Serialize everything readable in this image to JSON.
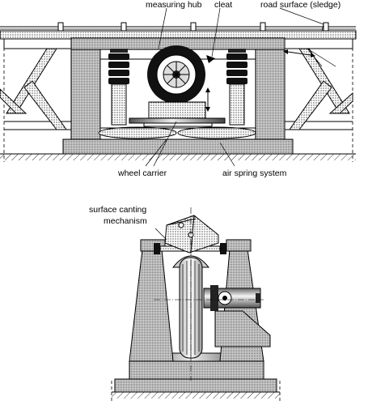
{
  "top_figure": {
    "labels": {
      "measuring_hub": "measuring hub",
      "cleat": "cleat",
      "road_surface": "road surface  (sledge)",
      "wheel_carrier": "wheel carrier",
      "air_spring_system": "air spring system"
    }
  },
  "bottom_figure": {
    "labels": {
      "surface_canting_line1": "surface canting",
      "surface_canting_line2": "mechanism"
    }
  }
}
